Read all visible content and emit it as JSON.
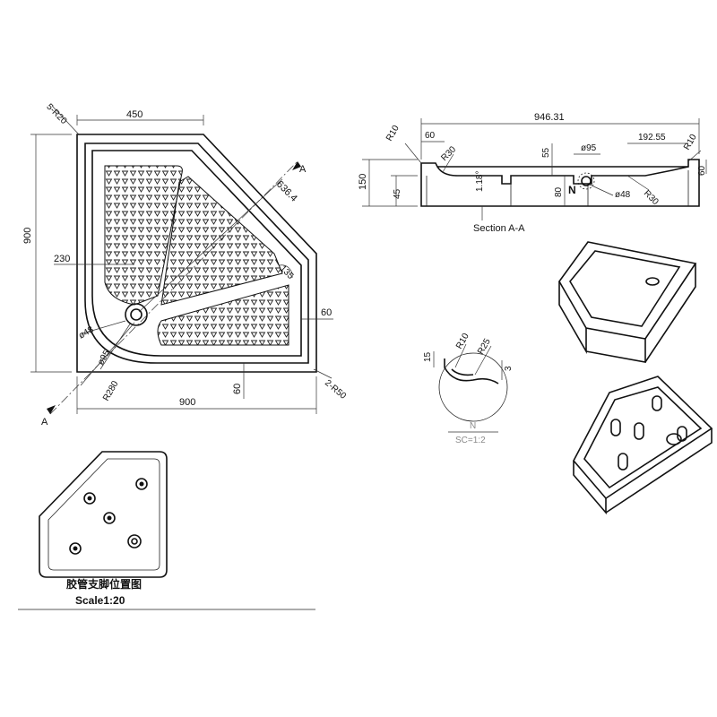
{
  "plan": {
    "dims": {
      "width_top": "450",
      "height_left": "900",
      "width_bottom": "900",
      "corner_top": "5-R20",
      "corner_bottom": "2-R50",
      "edge_offset": "60",
      "side_offset": "60",
      "inner_230": "230",
      "diag": "636.4",
      "r135": "135",
      "drain_48": "ø48",
      "drain_95": "ø95",
      "radius_280": "R280"
    },
    "section_marker": "A"
  },
  "section": {
    "title": "Section  A-A",
    "dims": {
      "length": "946.31",
      "r10_left": "R10",
      "r10_right": "R10",
      "w60_left": "60",
      "r30_left": "R30",
      "d55": "55",
      "d95": "ø95",
      "d192": "192.55",
      "h60_right": "60",
      "h150": "150",
      "h45": "45",
      "slope": "1.18°",
      "h80": "80",
      "d48": "ø48",
      "r30_right": "R30",
      "detail_marker": "N"
    }
  },
  "detail": {
    "dims": {
      "d15": "15",
      "r10": "R10",
      "r25": "R25",
      "d3": "3"
    },
    "label": "N",
    "scale": "SC=1:2"
  },
  "legs": {
    "caption": "胶管支脚位置图",
    "scale": "Scale1:20"
  }
}
